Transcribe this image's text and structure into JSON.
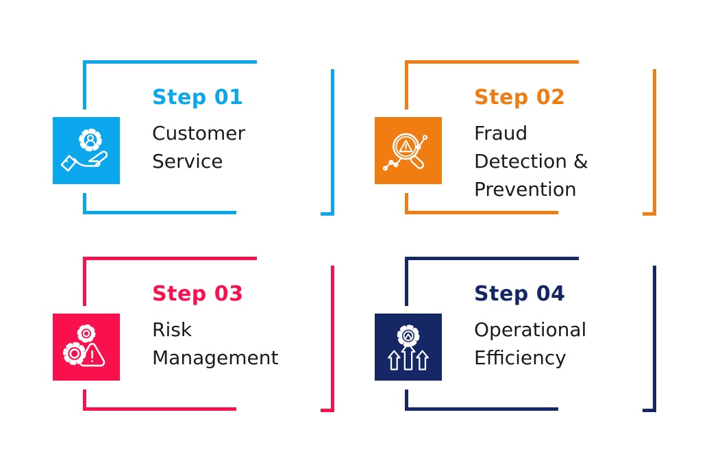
{
  "page": {
    "background": "#ffffff",
    "text_color": "#1a1a1a"
  },
  "steps": [
    {
      "label": "Step 01",
      "title": "Customer\nService",
      "accent": "#0BA7EC",
      "icon": "customer-service-hand-gear-icon"
    },
    {
      "label": "Step 02",
      "title": "Fraud\nDetection &\nPrevention",
      "accent": "#EF7D12",
      "icon": "fraud-detection-magnifier-icon"
    },
    {
      "label": "Step 03",
      "title": "Risk\nManagement",
      "accent": "#F8114C",
      "icon": "risk-management-gears-warning-icon"
    },
    {
      "label": "Step 04",
      "title": "Operational\nEfficiency",
      "accent": "#152765",
      "icon": "operational-efficiency-gear-arrows-icon"
    }
  ]
}
